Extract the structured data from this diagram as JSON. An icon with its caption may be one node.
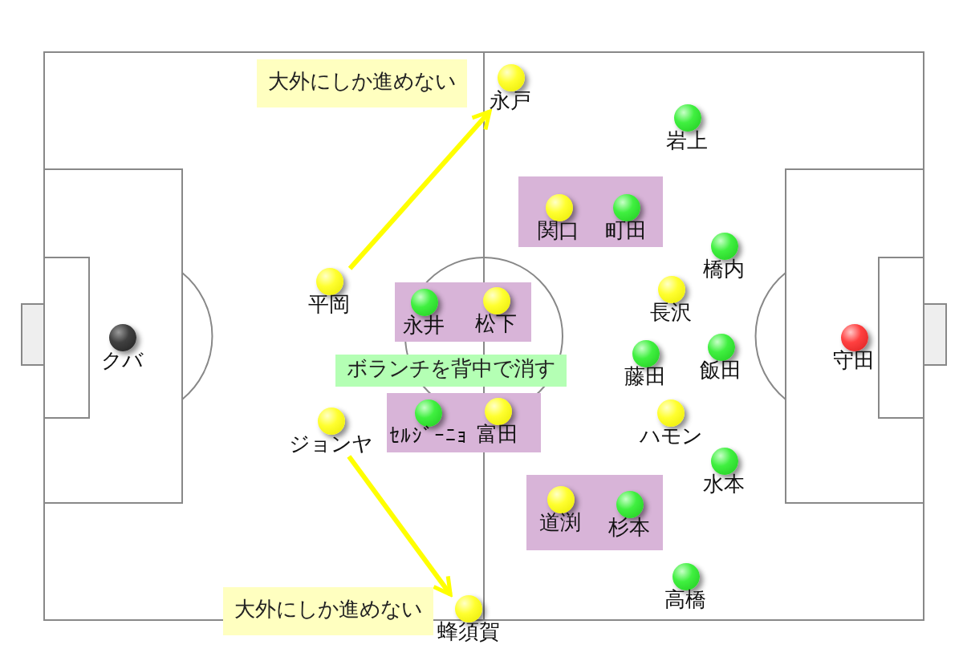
{
  "diagram": {
    "nodes": [
      {
        "text": [
          "大外にしか進めない"
        ]
      },
      {
        "text": [
          "永戸"
        ]
      },
      {
        "text": [
          "岩上"
        ]
      },
      {
        "text": [],
        "shape": "box"
      },
      {
        "text": [
          "関口"
        ],
        "in": 3
      },
      {
        "text": [
          "町田"
        ],
        "in": 3
      },
      {
        "text": [
          "橋内"
        ]
      },
      {
        "text": [
          "平岡"
        ]
      },
      {
        "text": [],
        "shape": "box"
      },
      {
        "text": [
          "永井"
        ],
        "in": 8
      },
      {
        "text": [
          "松下"
        ],
        "in": 8
      },
      {
        "text": [
          "長沢"
        ]
      },
      {
        "text": [
          "クバ"
        ]
      },
      {
        "text": [
          "守田"
        ]
      },
      {
        "text": [
          "藤田"
        ]
      },
      {
        "text": [
          "飯田"
        ]
      },
      {
        "text": [
          "ボランチを背中で消す"
        ]
      },
      {
        "text": [
          "ジョンヤ"
        ]
      },
      {
        "text": [],
        "shape": "box"
      },
      {
        "text": [
          "ｾﾙｼﾞｰﾆｮ"
        ],
        "in": 18
      },
      {
        "text": [
          "富田"
        ],
        "in": 18
      },
      {
        "text": [
          "ハモン"
        ]
      },
      {
        "text": [
          "水本"
        ]
      },
      {
        "text": [],
        "shape": "box"
      },
      {
        "text": [
          "道渕"
        ],
        "in": 23
      },
      {
        "text": [
          "杉本"
        ],
        "in": 23
      },
      {
        "text": [
          "高橋"
        ]
      },
      {
        "text": [
          "大外にしか進めない"
        ]
      },
      {
        "text": [
          "蜂須賀"
        ]
      }
    ],
    "edges": [
      {
        "from": 7,
        "to": 1,
        "arrow": "to"
      },
      {
        "from": 17,
        "to": 28,
        "arrow": "to"
      }
    ]
  }
}
